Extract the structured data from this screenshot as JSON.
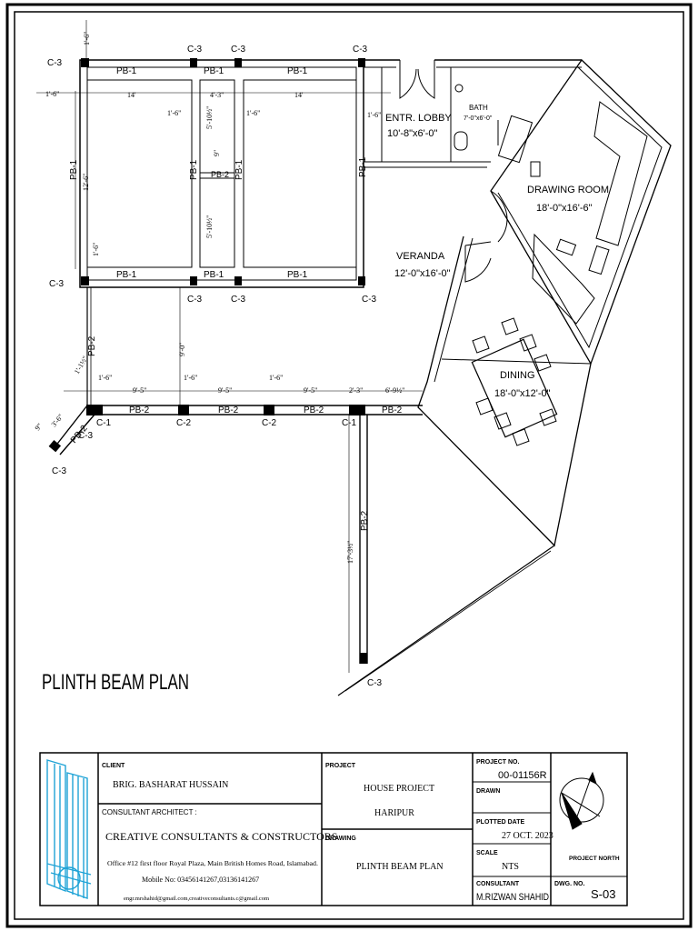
{
  "drawing_title": "PLINTH BEAM PLAN",
  "rooms": {
    "entrance": {
      "name": "ENTR. LOBBY",
      "size": "10'-8\"x6'-0\""
    },
    "bath": {
      "name": "BATH",
      "size": "7'-0\"x6'-0\""
    },
    "drawing": {
      "name": "DRAWING ROOM",
      "size": "18'-0\"x16'-6\""
    },
    "veranda": {
      "name": "VERANDA",
      "size": "12'-0\"x16'-0\""
    },
    "dining": {
      "name": "DINING",
      "size": "18'-0\"x12'-0\""
    }
  },
  "beams": {
    "pb1": "PB-1",
    "pb2": "PB-2"
  },
  "columns": {
    "c1": "C-1",
    "c2": "C-2",
    "c3": "C-3"
  },
  "dims": {
    "d1_6": "1'-6\"",
    "d14": "14'",
    "d4_3": "4'-3\"",
    "d5_10": "5'-10½\"",
    "d9": "9\"",
    "d12_6": "12'-6\"",
    "d9_0": "9'-0\"",
    "d9_5": "9'-5\"",
    "d2_3": "2'-3\"",
    "d6_9": "6'-9½\"",
    "d17_3": "17'-3½\"",
    "d1_1": "1'-1½\"",
    "d3_6": "3'-6\""
  },
  "title_block": {
    "client_label": "CLIENT",
    "client": "BRIG. BASHARAT HUSSAIN",
    "consultant_architect_label": "CONSULTANT ARCHITECT :",
    "firm": "CREATIVE CONSULTANTS & CONSTRUCTORS",
    "address": "Office #12 first floor Royal Plaza, Main British Homes Road, Islamabad.",
    "mobile": "Mobile No: 03456141267,03136141267",
    "email": "engr.mrshahid@gmail.com,creativeconsultants.c@gmail.com",
    "project_label": "PROJECT",
    "project_line1": "HOUSE PROJECT",
    "project_line2": "HARIPUR",
    "drawing_label": "DRAWING",
    "drawing": "PLINTH BEAM PLAN",
    "project_no_label": "PROJECT NO.",
    "project_no": "00-01156R",
    "drawn_label": "DRAWN",
    "plotted_label": "PLOTTED DATE",
    "plotted_date": "27 OCT. 2023",
    "scale_label": "SCALE",
    "scale": "NTS",
    "consultant_label": "CONSULTANT",
    "consultant": "M.RIZWAN SHAHID",
    "dwg_no_label": "DWG. NO.",
    "dwg_no": "S-03",
    "north_label": "PROJECT NORTH"
  },
  "colors": {
    "line": "#000000",
    "logo": "#1fa3d6"
  }
}
